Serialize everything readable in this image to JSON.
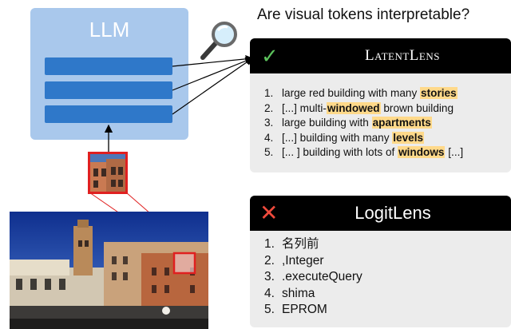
{
  "diagram": {
    "model_label": "LLM",
    "question": "Are visual tokens interpretable?",
    "colors": {
      "llm_box": "#a9c8ec",
      "token": "#2f78c9",
      "highlight": "#ffd98a",
      "check": "#5cc25c",
      "cross": "#ef4a3c",
      "crop_border": "#e02020"
    },
    "icons": {
      "search": "magnifier-icon",
      "good": "checkmark-icon",
      "bad": "cross-icon"
    },
    "latentlens": {
      "title": "LatentLens",
      "items": [
        {
          "num": "1.",
          "pre": "large red building with many ",
          "hl": "stories",
          "post": ""
        },
        {
          "num": "2.",
          "pre": "[...] multi-",
          "hl": "windowed",
          "post": " brown building"
        },
        {
          "num": "3.",
          "pre": "large building with ",
          "hl": "apartments",
          "post": ""
        },
        {
          "num": "4.",
          "pre": "[...] building with many ",
          "hl": "levels",
          "post": ""
        },
        {
          "num": "5.",
          "pre": "[... ] building with lots of ",
          "hl": "windows",
          "post": " [...]"
        }
      ]
    },
    "logitlens": {
      "title": "LogitLens",
      "items": [
        {
          "num": "1.",
          "text": "名列前"
        },
        {
          "num": "2.",
          "text": ",Integer"
        },
        {
          "num": "3.",
          "text": ".executeQuery"
        },
        {
          "num": "4.",
          "text": "shima"
        },
        {
          "num": "5.",
          "text": "EPROM"
        }
      ]
    }
  }
}
